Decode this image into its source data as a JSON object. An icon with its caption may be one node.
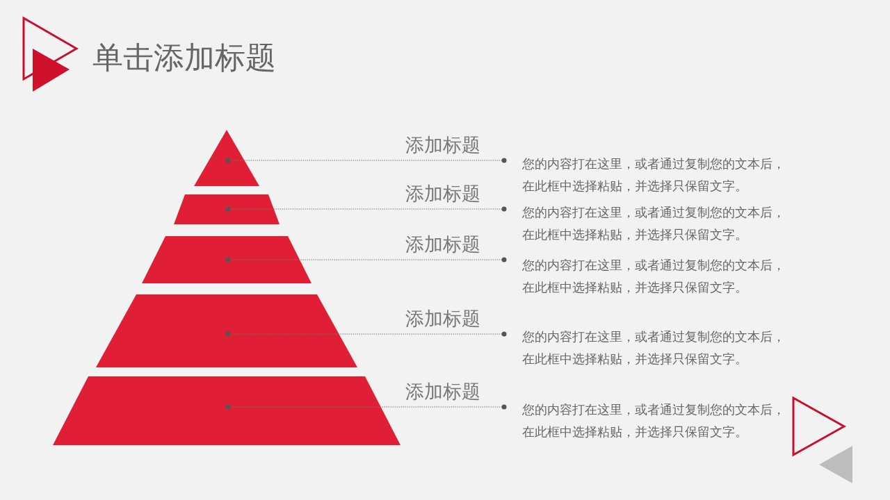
{
  "diagram": {
    "title": "单击添加标题",
    "nodes": [
      {
        "text": [],
        "shape": "triangle"
      },
      {
        "text": [],
        "shape": "trapezoid"
      },
      {
        "text": [],
        "shape": "trapezoid"
      },
      {
        "text": [],
        "shape": "trapezoid"
      },
      {
        "text": [],
        "shape": "trapezoid"
      },
      {
        "text": [
          "您的内容打在这里，或者通过复制您的文本后，在此框中选择粘贴，并选择只保留文字。"
        ]
      },
      {
        "text": [
          "您的内容打在这里，或者通过复制您的文本后，在此框中选择粘贴，并选择只保留文字。"
        ]
      },
      {
        "text": [
          "您的内容打在这里，或者通过复制您的文本后，在此框中选择粘贴，并选择只保留文字。"
        ]
      },
      {
        "text": [
          "您的内容打在这里，或者通过复制您的文本后，在此框中选择粘贴，并选择只保留文字。"
        ]
      },
      {
        "text": [
          "您的内容打在这里，或者通过复制您的文本后，在此框中选择粘贴，并选择只保留文字。"
        ]
      }
    ],
    "edges": [
      {
        "from": 5,
        "to": 0,
        "arrow": "other",
        "label": "添加标题",
        "style": "dashed"
      },
      {
        "from": 6,
        "to": 1,
        "arrow": "other",
        "label": "添加标题",
        "style": "dashed"
      },
      {
        "from": 7,
        "to": 2,
        "arrow": "other",
        "label": "添加标题",
        "style": "dashed"
      },
      {
        "from": 8,
        "to": 3,
        "arrow": "other",
        "label": "添加标题",
        "style": "dashed"
      },
      {
        "from": 9,
        "to": 4,
        "arrow": "other",
        "label": "添加标题",
        "style": "dashed"
      }
    ]
  }
}
